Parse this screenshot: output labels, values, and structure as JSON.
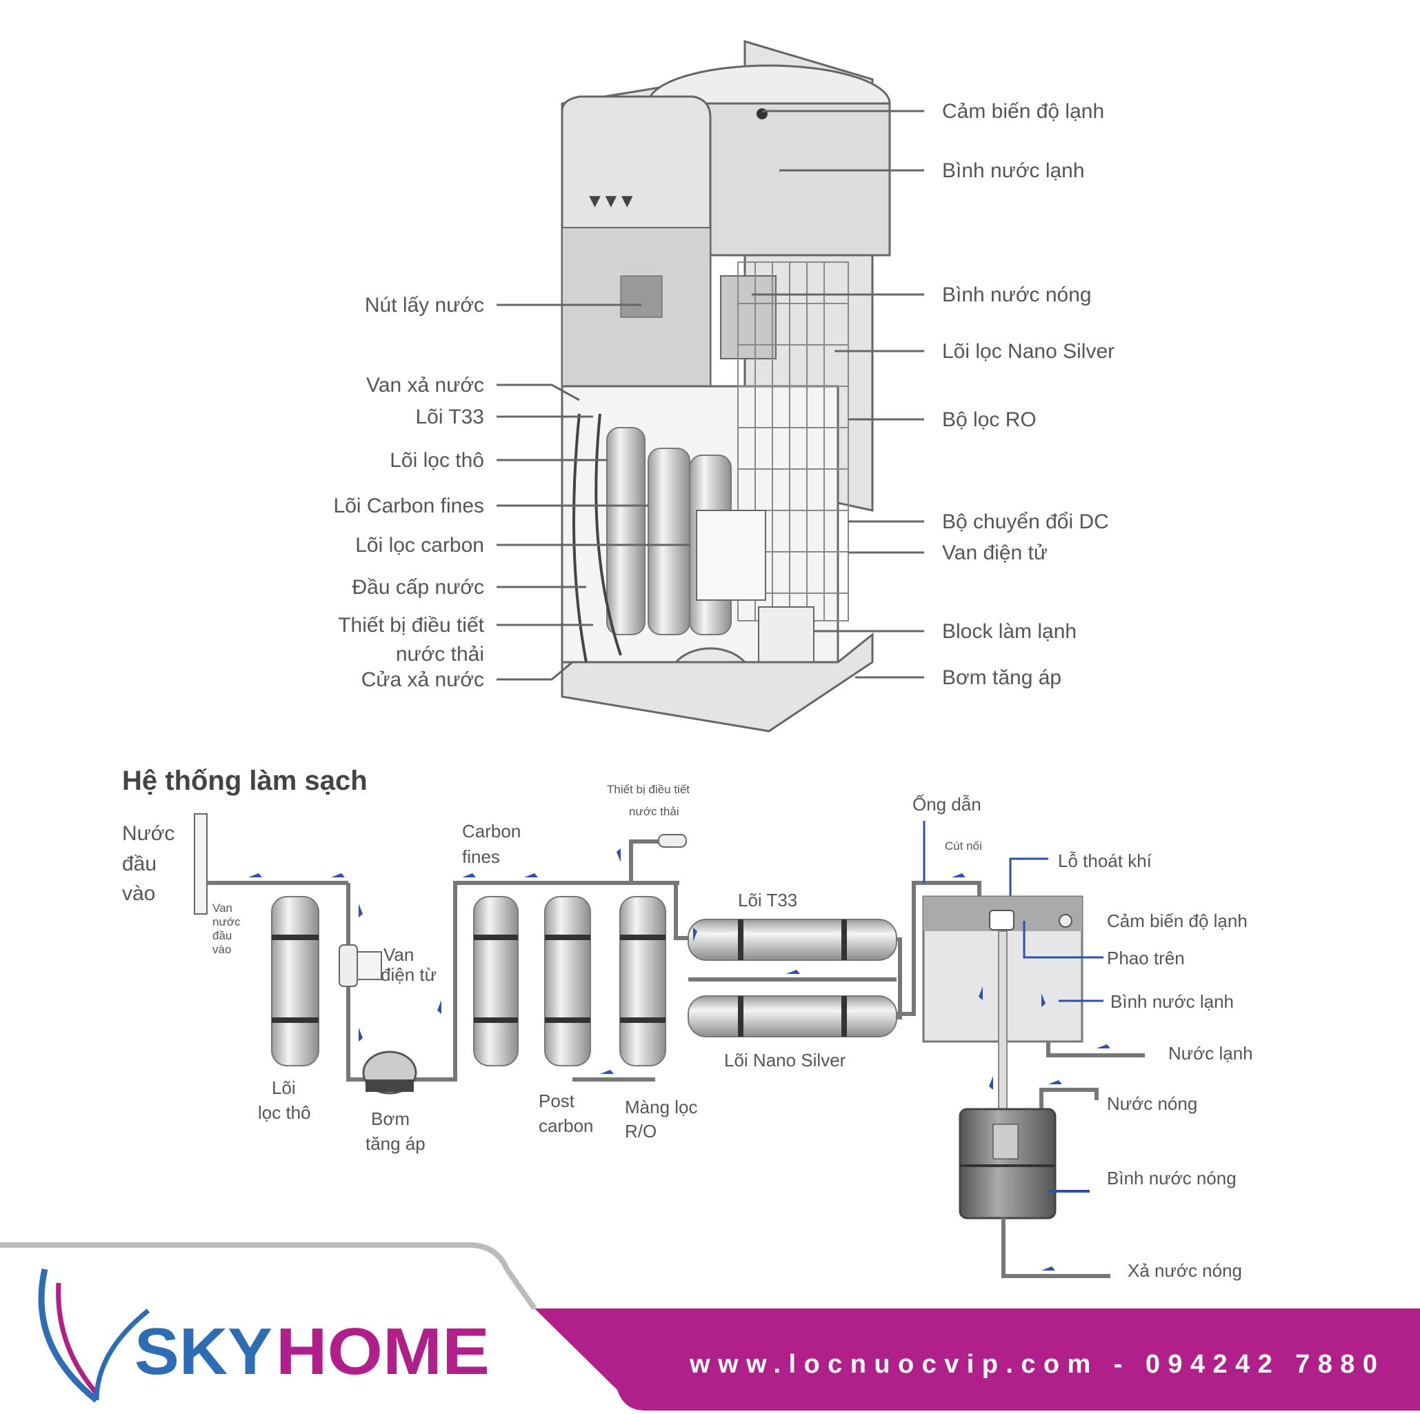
{
  "cutaway": {
    "left_labels": [
      "Nút lấy nước",
      "Van xả nước",
      "Lõi T33",
      "Lõi lọc thô",
      "Lõi Carbon fines",
      "Lõi lọc carbon",
      "Đầu cấp nước",
      "Thiết bị điều tiết",
      "nước thải",
      "Cửa xả nước"
    ],
    "right_labels": [
      "Cảm biến độ lạnh",
      "Bình nước lạnh",
      "Bình nước nóng",
      "Lõi lọc Nano Silver",
      "Bộ lọc RO",
      "Bộ chuyển đổi DC",
      "Van điện tử",
      "Block làm lạnh",
      "Bơm tăng áp"
    ]
  },
  "system": {
    "title": "Hệ thống làm sạch",
    "inlet": [
      "Nước",
      "đầu",
      "vào"
    ],
    "inlet_valve": [
      "Van",
      "nước",
      "đầu",
      "vào"
    ],
    "solenoid": [
      "Van",
      "điện từ"
    ],
    "coarse": [
      "Lõi",
      "lọc thô"
    ],
    "pump": [
      "Bơm",
      "tăng áp"
    ],
    "carbon_fines": [
      "Carbon",
      "fines"
    ],
    "post_carbon": [
      "Post",
      "carbon"
    ],
    "ro": [
      "Màng lọc",
      "R/O"
    ],
    "waste": [
      "Thiết bị điều tiết",
      "nước thải"
    ],
    "t33": "Lõi T33",
    "nano": "Lõi Nano Silver",
    "pipe": "Ống dẫn",
    "connector": "Cút nối",
    "vent": "Lỗ thoát khí",
    "cold_sensor": "Cảm biến độ lạnh",
    "float": "Phao trên",
    "cold_tank": "Bình nước lạnh",
    "cold_out": "Nước lạnh",
    "hot_out": "Nước nóng",
    "hot_tank": "Bình nước nóng",
    "hot_drain": "Xả nước nóng"
  },
  "footer": {
    "logo_sky": "SKY",
    "logo_home": "HOME",
    "contact": "www.locnuocvip.com - 094242 7880",
    "magenta": "#b01f8a",
    "blue": "#2d6db5"
  }
}
